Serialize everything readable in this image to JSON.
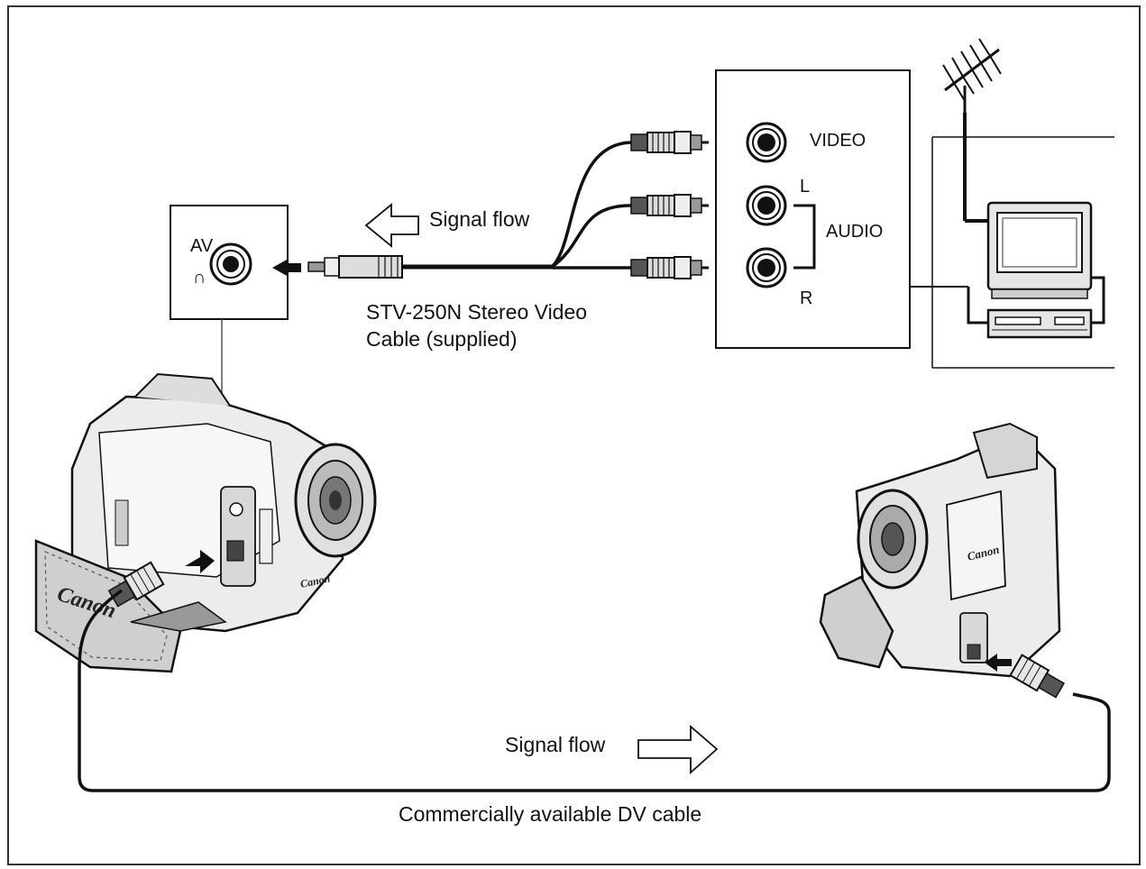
{
  "labels": {
    "av_jack": "AV",
    "headphone_symbol": "∩",
    "video": "VIDEO",
    "audio": "AUDIO",
    "left": "L",
    "right": "R",
    "signal_flow_top": "Signal flow",
    "cable_name_line1": "STV-250N Stereo Video",
    "cable_name_line2": "Cable (supplied)",
    "signal_flow_bottom": "Signal flow",
    "dv_cable": "Commercially available DV cable",
    "brand_strap": "Canon",
    "brand_small": "Canon"
  },
  "icons": {
    "left_arrow": "hollow-arrow-left",
    "right_arrow": "hollow-arrow-right",
    "antenna": "tv-antenna-icon",
    "tv": "television-icon",
    "vcr": "vcr-icon"
  },
  "colors": {
    "line": "#111111",
    "paper": "#ffffff",
    "device_fill": "#e6e6e6",
    "device_dark": "#555555"
  }
}
